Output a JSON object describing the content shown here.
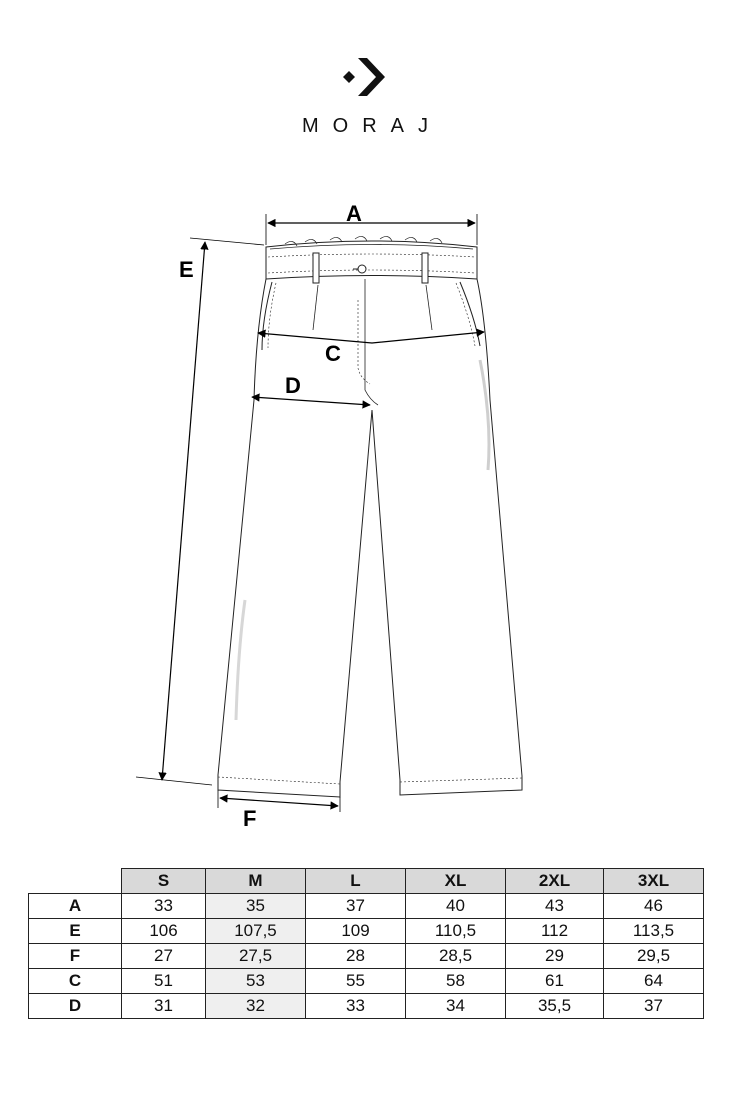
{
  "brand": {
    "name": "MORAJ",
    "logo_icon": "diamond-arrow-icon"
  },
  "measurements": {
    "A": "A",
    "E": "E",
    "C": "C",
    "D": "D",
    "F": "F"
  },
  "table": {
    "sizes": [
      "S",
      "M",
      "L",
      "XL",
      "2XL",
      "3XL"
    ],
    "rows": [
      {
        "label": "A",
        "values": [
          "33",
          "35",
          "37",
          "40",
          "43",
          "46"
        ]
      },
      {
        "label": "E",
        "values": [
          "106",
          "107,5",
          "109",
          "110,5",
          "112",
          "113,5"
        ]
      },
      {
        "label": "F",
        "values": [
          "27",
          "27,5",
          "28",
          "28,5",
          "29",
          "29,5"
        ]
      },
      {
        "label": "C",
        "values": [
          "51",
          "53",
          "55",
          "58",
          "61",
          "64"
        ]
      },
      {
        "label": "D",
        "values": [
          "31",
          "32",
          "33",
          "34",
          "35,5",
          "37"
        ]
      }
    ]
  },
  "colors": {
    "header_bg": "#d9d9d9",
    "highlight_col": "#efefef",
    "line": "#222222"
  }
}
